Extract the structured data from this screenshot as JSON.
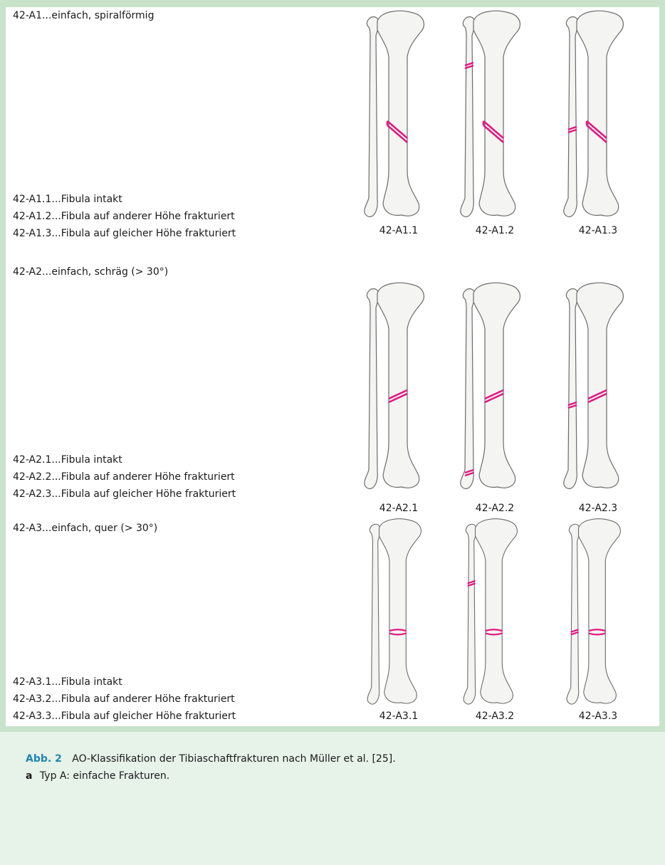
{
  "groups": [
    {
      "title": "42-A1...einfach, spiralförmig",
      "items": [
        "42-A1.1...Fibula intakt",
        "42-A1.2...Fibula auf anderer Höhe frakturiert",
        "42-A1.3...Fibula auf gleicher Höhe frakturiert"
      ],
      "figures": [
        "42-A1.1",
        "42-A1.2",
        "42-A1.3"
      ]
    },
    {
      "title": "42-A2...einfach, schräg (> 30°)",
      "items": [
        "42-A2.1...Fibula intakt",
        "42-A2.2...Fibula auf anderer Höhe frakturiert",
        "42-A2.3...Fibula auf gleicher Höhe frakturiert"
      ],
      "figures": [
        "42-A2.1",
        "42-A2.2",
        "42-A2.3"
      ]
    },
    {
      "title": "42-A3...einfach, quer (> 30°)",
      "items": [
        "42-A3.1...Fibula intakt",
        "42-A3.2...Fibula auf anderer Höhe frakturiert",
        "42-A3.3...Fibula auf gleicher Höhe frakturiert"
      ],
      "figures": [
        "42-A3.1",
        "42-A3.2",
        "42-A3.3"
      ]
    }
  ],
  "caption": {
    "label": "Abb. 2",
    "text": "AO-Klassifikation der Tibiaschaftfrakturen nach Müller et al. [25].",
    "sub_label": "a",
    "sub_text": "Typ A: einfache Frakturen."
  },
  "colors": {
    "frame": "#c9e3cb",
    "caption_bg": "#e7f2e8",
    "fracture": "#e3177f",
    "label_accent": "#1f86b3"
  }
}
